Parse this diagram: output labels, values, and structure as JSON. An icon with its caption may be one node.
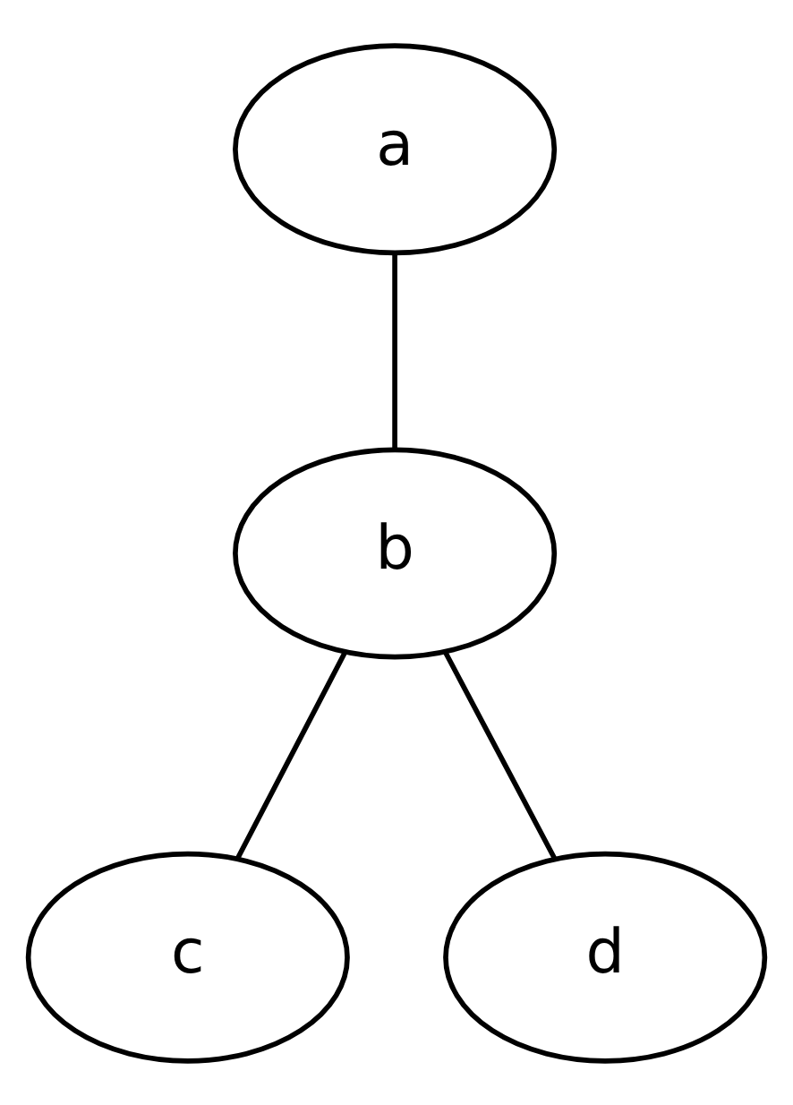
{
  "diagram": {
    "nodes": [
      {
        "text": [
          "a"
        ]
      },
      {
        "text": [
          "b"
        ]
      },
      {
        "text": [
          "c"
        ]
      },
      {
        "text": [
          "d"
        ]
      }
    ],
    "edges": [
      {
        "from": 0,
        "to": 1,
        "arrow": "none"
      },
      {
        "from": 1,
        "to": 2,
        "arrow": "none"
      },
      {
        "from": 1,
        "to": 3,
        "arrow": "none"
      }
    ]
  }
}
